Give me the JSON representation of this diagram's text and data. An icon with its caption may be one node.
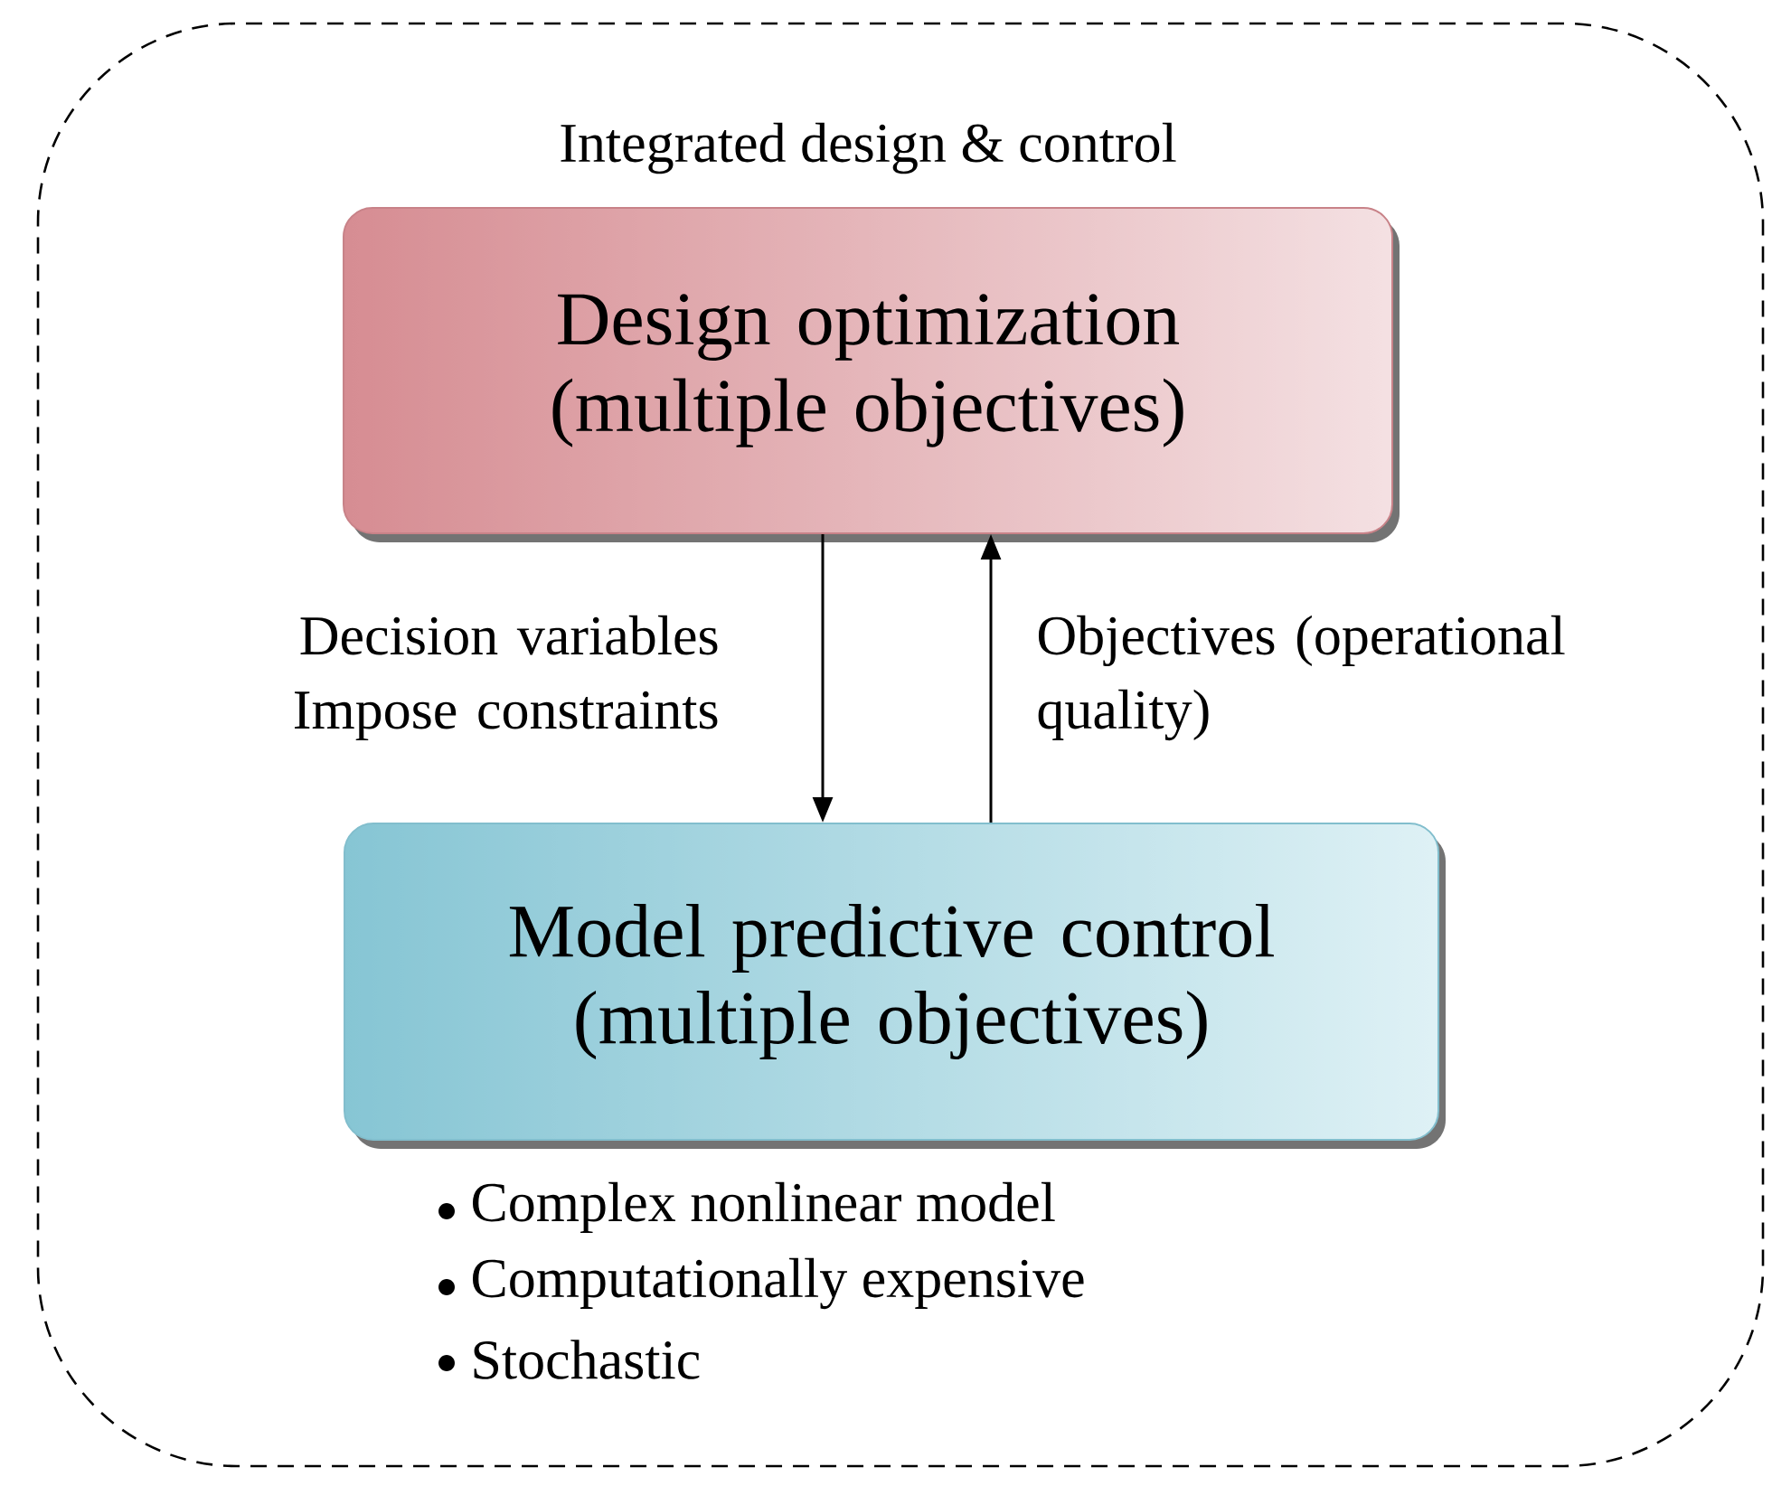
{
  "diagram": {
    "nodes": [
      {
        "text": [
          "Integrated design & control"
        ]
      },
      {
        "text": [
          "Design optimization (multiple objectives)"
        ],
        "in": 0
      },
      {
        "text": [
          "Model predictive control (multiple objectives)"
        ],
        "in": 0,
        "beside": [
          "Complex nonlinear model",
          "Computationally expensive",
          "Stochastic"
        ]
      }
    ],
    "edges": [
      {
        "from": 1,
        "to": 2,
        "arrow": "to",
        "label": "Decision variables Impose constraints"
      },
      {
        "from": 2,
        "to": 1,
        "arrow": "to",
        "label": "Objectives (operational quality)"
      }
    ]
  }
}
